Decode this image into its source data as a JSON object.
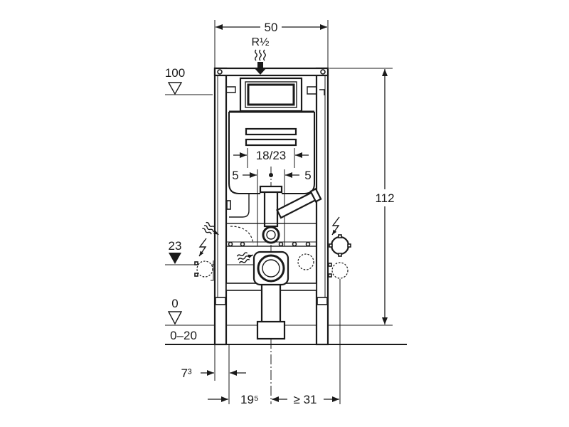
{
  "colors": {
    "line": "#1a1a1a",
    "background": "#ffffff"
  },
  "dimensions": {
    "frame_width": "50",
    "water_supply": "R½",
    "frame_height": "112",
    "actuator_spacing": "18/23",
    "left_offset": "5",
    "right_offset": "5",
    "front_offset": "7³",
    "drain_offset": "19⁵",
    "side_clearance": "≥ 31"
  },
  "levels": {
    "top_level": "100",
    "drain_level": "23",
    "floor_level": "0",
    "floor_range": "0–20"
  },
  "symbols": [
    "water-supply-icon",
    "electric-supply-icon",
    "socket-icon",
    "level-marker-icon"
  ]
}
